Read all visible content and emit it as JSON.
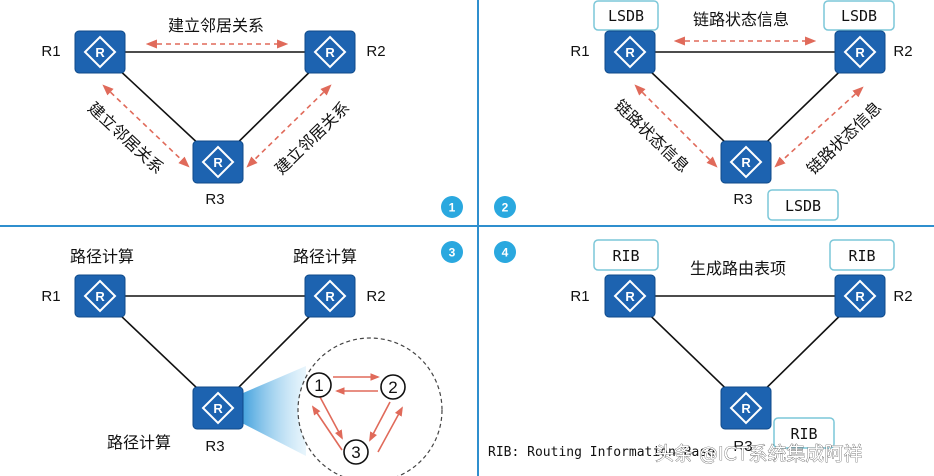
{
  "colors": {
    "router_fill": "#1d63b0",
    "router_edge": "#0f4a8a",
    "divider": "#2f8fce",
    "badge": "#2aa8df",
    "dashed_arrow": "#e06a5a",
    "box_border": "#7cc7d8",
    "solid_link": "#111111",
    "beam": "#3fa9e0"
  },
  "routers": {
    "r1": "R1",
    "r2": "R2",
    "r3": "R3"
  },
  "steps": [
    "1",
    "2",
    "3",
    "4"
  ],
  "q1": {
    "top_label": "建立邻居关系",
    "left_label": "建立邻居关系",
    "right_label": "建立邻居关系"
  },
  "q2": {
    "top_label": "链路状态信息",
    "left_label": "链路状态信息",
    "right_label": "链路状态信息",
    "db_label": "LSDB"
  },
  "q3": {
    "calc_label": "路径计算",
    "nodes": [
      "1",
      "2",
      "3"
    ]
  },
  "q4": {
    "top_label": "生成路由表项",
    "table_label": "RIB",
    "footnote": "RIB: Routing Information Base"
  },
  "watermark": "头条 @ICT系统集成阿祥"
}
